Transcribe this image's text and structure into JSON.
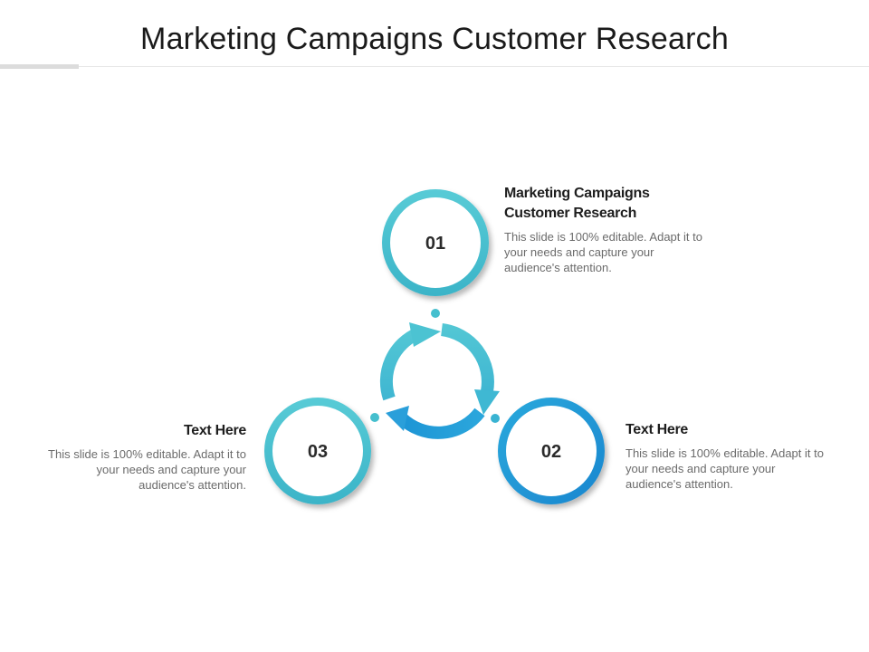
{
  "title": "Marketing Campaigns Customer Research",
  "colors": {
    "teal": "#45bfce",
    "blue": "#1e93d6",
    "arrow_light": "#4cc3d2",
    "arrow_dark": "#1f9bd8"
  },
  "steps": [
    {
      "number": "01",
      "heading": "Marketing Campaigns Customer Research",
      "body": "This slide is 100% editable. Adapt it to your needs and capture your audience's attention."
    },
    {
      "number": "02",
      "heading": "Text Here",
      "body": "This slide is 100% editable. Adapt it to your needs and capture your audience's attention."
    },
    {
      "number": "03",
      "heading": "Text Here",
      "body": "This slide is 100% editable. Adapt it to your needs and capture your audience's attention."
    }
  ]
}
